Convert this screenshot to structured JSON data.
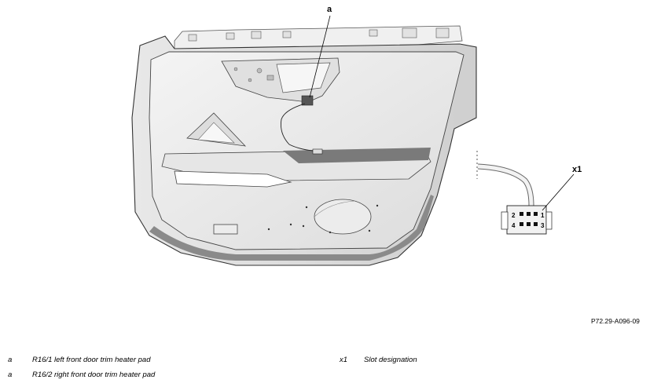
{
  "callouts": {
    "a": "a",
    "x1": "x1"
  },
  "connector_pins": {
    "pin1": "1",
    "pin2": "2",
    "pin3": "3",
    "pin4": "4"
  },
  "document_id": "P72.29-A096-09",
  "legend": [
    {
      "key": "a",
      "text": "R16/1 left front door trim heater pad"
    },
    {
      "key": "a",
      "text": "R16/2 right front door trim heater pad"
    },
    {
      "key": "x1",
      "text": "Slot designation"
    }
  ]
}
